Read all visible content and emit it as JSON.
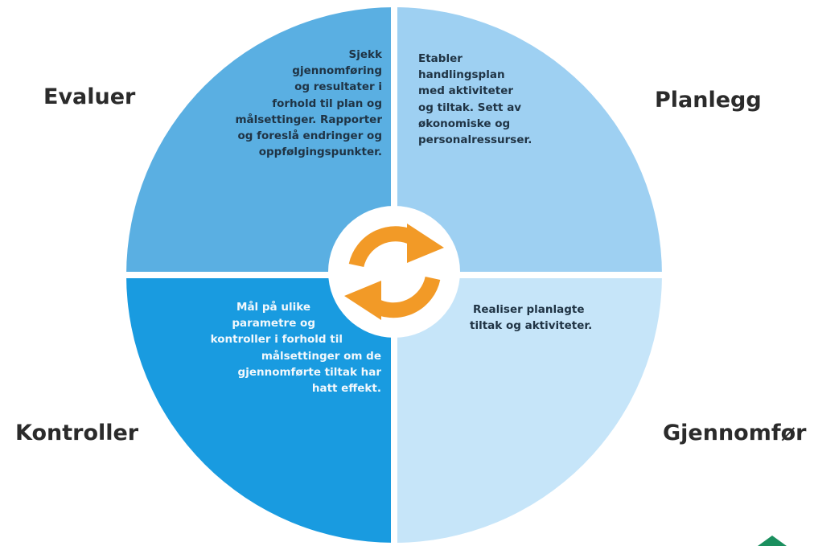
{
  "colors": {
    "evaluer": "#5aafe2",
    "planlegg": "#9ed0f2",
    "kontroller": "#199be0",
    "gjennomfor": "#c6e5f9",
    "divider": "#ffffff",
    "arrows": "#f29a27",
    "text_dark": "#1f3344",
    "text_light": "#f2f8fc",
    "label": "#2b2b2b",
    "corner_mark": "#1a8f5e"
  },
  "center_icon": "refresh-cycle-icon",
  "labels": {
    "evaluer": "Evaluer",
    "planlegg": "Planlegg",
    "kontroller": "Kontroller",
    "gjennomfor": "Gjennomfør"
  },
  "quadrants": {
    "evaluer": {
      "lines": [
        "Sjekk",
        "gjennomføring",
        "og resultater i",
        "forhold til plan og",
        "målsettinger. Rapporter",
        "og foreslå endringer og",
        "oppfølgingspunkter."
      ]
    },
    "planlegg": {
      "lines": [
        "Etabler",
        "handlingsplan",
        "med aktiviteter",
        "og tiltak. Sett av",
        "økonomiske og",
        "personalressurser."
      ]
    },
    "kontroller": {
      "lines": [
        "Mål på ulike",
        "parametre og",
        "kontroller i forhold til",
        "målsettinger om de",
        "gjennomførte tiltak har",
        "hatt effekt."
      ]
    },
    "gjennomfor": {
      "lines": [
        "Realiser planlagte",
        "tiltak og aktiviteter."
      ]
    }
  }
}
